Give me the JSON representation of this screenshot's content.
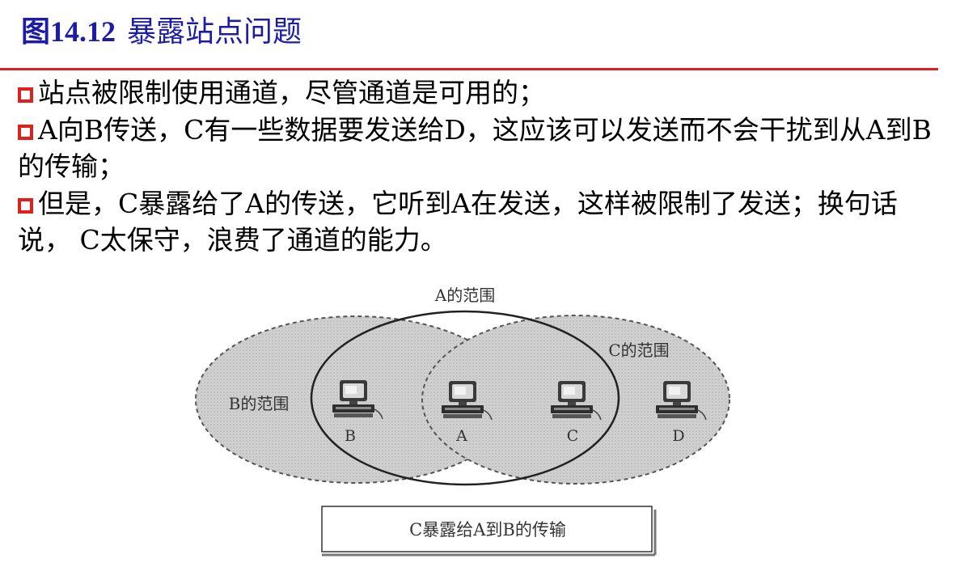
{
  "header": {
    "figure_number": "图14.12",
    "title": "暴露站点问题"
  },
  "bullets": [
    "站点被限制使用通道，尽管通道是可用的；",
    "A向B传送，C有一些数据要发送给D，这应该可以发送而不会干扰到从A到B的传输；",
    "但是，C暴露给了A的传送，它听到A在发送，这样被限制了发送；换句话说， C太保守，浪费了通道的能力。"
  ],
  "diagram": {
    "range_a_label": "A的范围",
    "range_b_label": "B的范围",
    "range_c_label": "C的范围",
    "stations": [
      "B",
      "A",
      "C",
      "D"
    ],
    "caption": "C暴露给A到B的传输"
  },
  "colors": {
    "title": "#1c1ca8",
    "rule": "#e0201f",
    "bullet": "#e0201f"
  }
}
